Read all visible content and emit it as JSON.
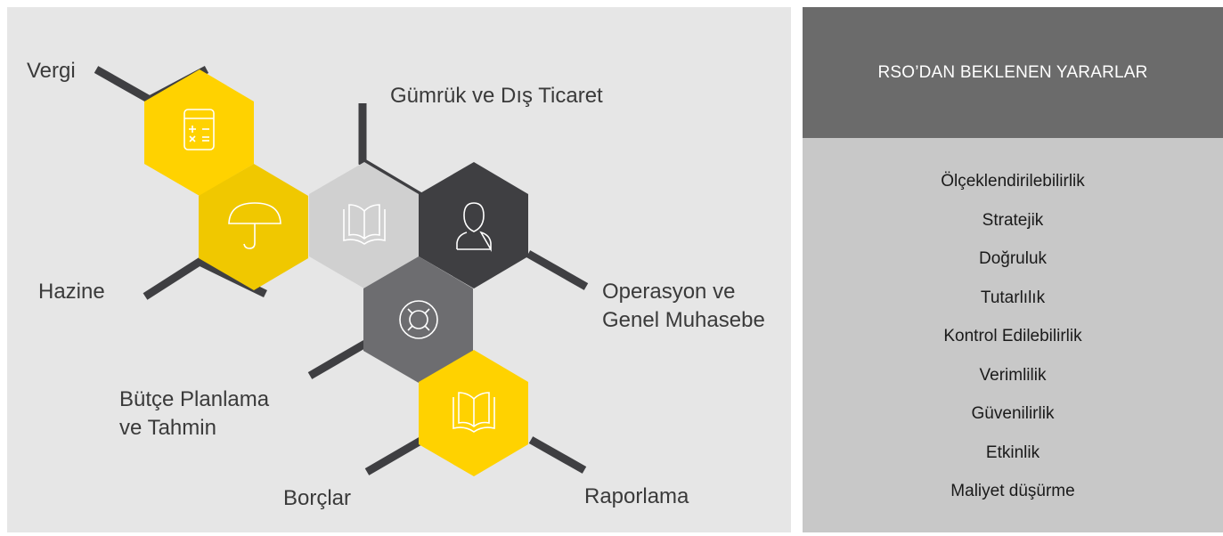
{
  "diagram": {
    "labels": {
      "vergi": "Vergi",
      "gumruk": "Gümrük ve Dış Ticaret",
      "hazine": "Hazine",
      "operasyon_line1": "Operasyon ve",
      "operasyon_line2": "Genel Muhasebe",
      "butce_line1": "Bütçe Planlama",
      "butce_line2": "ve Tahmin",
      "borclar": "Borçlar",
      "raporlama": "Raporlama"
    },
    "colors": {
      "yellow": "#ffd200",
      "dark_yellow": "#f0c800",
      "light_gray": "#d0d0d0",
      "dark": "#3f3f42",
      "mid_gray": "#6d6d70",
      "line": "#3f3f42"
    },
    "icons": {
      "vergi": "calculator-icon",
      "hazine": "umbrella-icon",
      "gumruk": "open-book-icon",
      "operasyon": "person-icon",
      "butce": "lifebuoy-icon",
      "raporlama": "open-book-icon"
    }
  },
  "benefits": {
    "title": "RSO’DAN BEKLENEN YARARLAR",
    "items": [
      "Ölçeklendirilebilirlik",
      "Stratejik",
      "Doğruluk",
      "Tutarlılık",
      "Kontrol Edilebilirlik",
      "Verimlilik",
      "Güvenilirlik",
      "Etkinlik",
      "Maliyet düşürme"
    ]
  }
}
